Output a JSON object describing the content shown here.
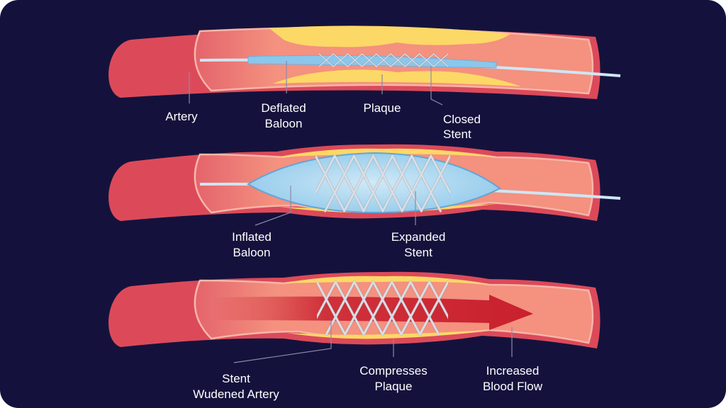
{
  "colors": {
    "background": "#14123c",
    "artery_outer": "#dc4a5a",
    "artery_inner": "#f4917f",
    "plaque": "#fcd866",
    "balloon": "#a8d7f0",
    "stent": "#d9dde3",
    "blood_flow_arrow": "#c9202e"
  },
  "stages": [
    {
      "name": "deflated",
      "labels": [
        {
          "lines": [
            "Artery"
          ]
        },
        {
          "lines": [
            "Deflated",
            "Baloon"
          ]
        },
        {
          "lines": [
            "Plaque"
          ]
        },
        {
          "lines": [
            "Closed",
            "Stent"
          ]
        }
      ]
    },
    {
      "name": "inflated",
      "labels": [
        {
          "lines": [
            "Inflated",
            "Baloon"
          ]
        },
        {
          "lines": [
            "Expanded",
            "Stent"
          ]
        }
      ]
    },
    {
      "name": "result",
      "labels": [
        {
          "lines": [
            "Stent",
            "Wudened Artery"
          ]
        },
        {
          "lines": [
            "Compresses",
            "Plaque"
          ]
        },
        {
          "lines": [
            "Increased",
            "Blood Flow"
          ]
        }
      ]
    }
  ]
}
